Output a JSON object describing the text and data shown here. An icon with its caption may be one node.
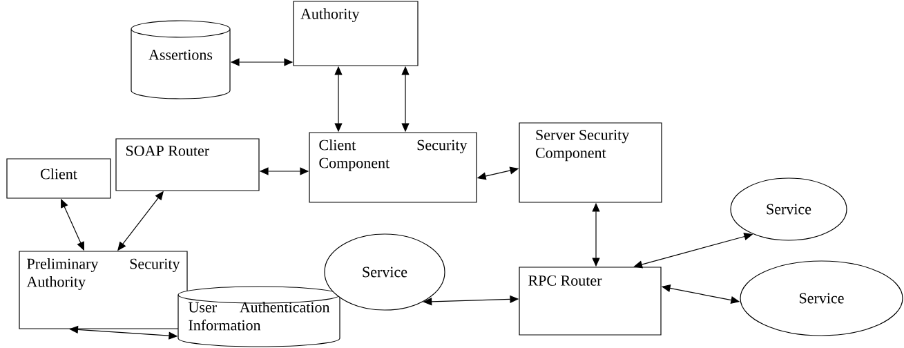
{
  "diagram": {
    "nodes": [
      {
        "text": [
          "Assertions"
        ]
      },
      {
        "text": [
          "Authority"
        ]
      },
      {
        "text": [
          "SOAP Router"
        ]
      },
      {
        "text": [
          "Client"
        ]
      },
      {
        "text": [
          "Client Security Component"
        ]
      },
      {
        "text": [
          "Server Security Component"
        ]
      },
      {
        "text": [
          "Service"
        ]
      },
      {
        "text": [
          "Preliminary Security Authority"
        ]
      },
      {
        "text": [
          "User Authentication Information"
        ]
      },
      {
        "text": [
          "Service"
        ]
      },
      {
        "text": [
          "RPC Router"
        ]
      },
      {
        "text": [
          "Service"
        ]
      }
    ],
    "edges": [
      {
        "from": 0,
        "to": 1,
        "arrow": "both"
      },
      {
        "from": 1,
        "to": 4,
        "arrow": "both"
      },
      {
        "from": 1,
        "to": 4,
        "arrow": "both"
      },
      {
        "from": 2,
        "to": 4,
        "arrow": "both"
      },
      {
        "from": 4,
        "to": 5,
        "arrow": "both"
      },
      {
        "from": 3,
        "to": 7,
        "arrow": "both"
      },
      {
        "from": 2,
        "to": 7,
        "arrow": "both"
      },
      {
        "from": 5,
        "to": 10,
        "arrow": "both"
      },
      {
        "from": 6,
        "to": 10,
        "arrow": "both"
      },
      {
        "from": 9,
        "to": 10,
        "arrow": "both"
      },
      {
        "from": 10,
        "to": 11,
        "arrow": "both"
      },
      {
        "from": 7,
        "to": 8,
        "arrow": "both"
      }
    ]
  }
}
